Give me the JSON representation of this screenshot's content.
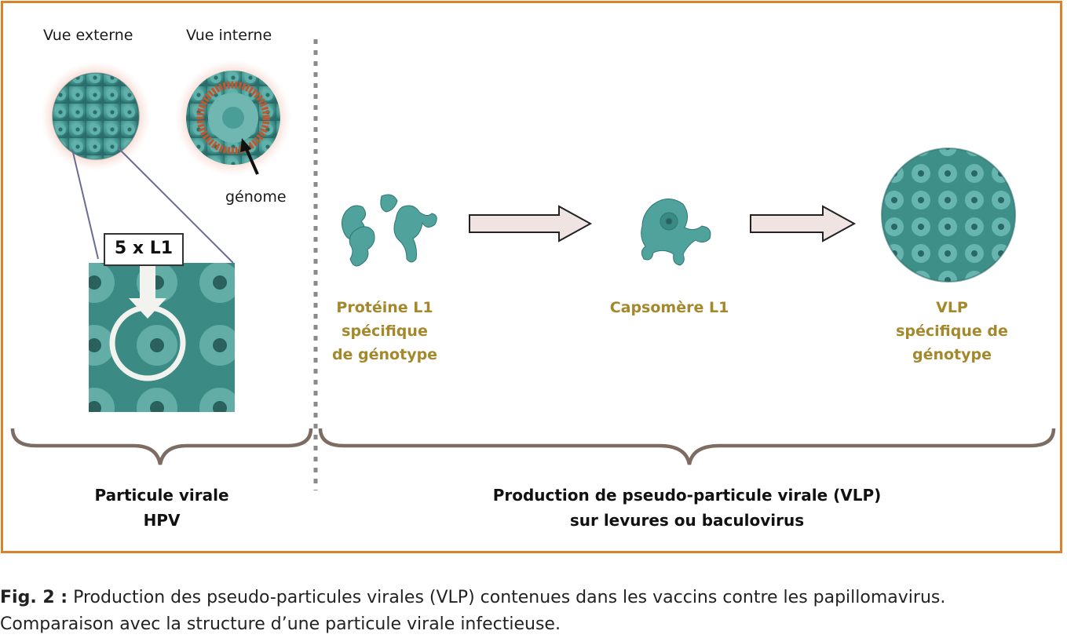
{
  "left": {
    "external_label": "Vue externe",
    "internal_label": "Vue interne",
    "genome_label": "génome",
    "zoom_label": "5 x L1",
    "group_label_line1": "Particule virale",
    "group_label_line2": "HPV"
  },
  "right": {
    "stage1_line1": "Protéine L1",
    "stage1_line2": "spécifique",
    "stage1_line3": "de génotype",
    "stage2": "Capsomère L1",
    "stage3_line1": "VLP",
    "stage3_line2": "spécifique de",
    "stage3_line3": "génotype",
    "group_label_line1": "Production de pseudo-particule virale (VLP)",
    "group_label_line2": "sur levures ou baculovirus"
  },
  "caption": {
    "prefix": "Fig. 2 :",
    "line1": " Production des pseudo-particules virales (VLP) contenues dans les vaccins contre les papillomavirus.",
    "line2": "Comparaison avec la structure d’une particule virale infectieuse."
  },
  "colors": {
    "frame": "#d9822b",
    "label_gold": "#a4882c",
    "brace": "#7d6c62",
    "particle": "#4a9e98",
    "glow": "#e88a72",
    "genome_ring": "#c4552e",
    "arrow_fill": "#efe4e2"
  },
  "icons": [
    "hpv-external-particle",
    "hpv-internal-particle",
    "l1-protein",
    "l1-capsomere",
    "vlp-particle",
    "process-arrow"
  ]
}
